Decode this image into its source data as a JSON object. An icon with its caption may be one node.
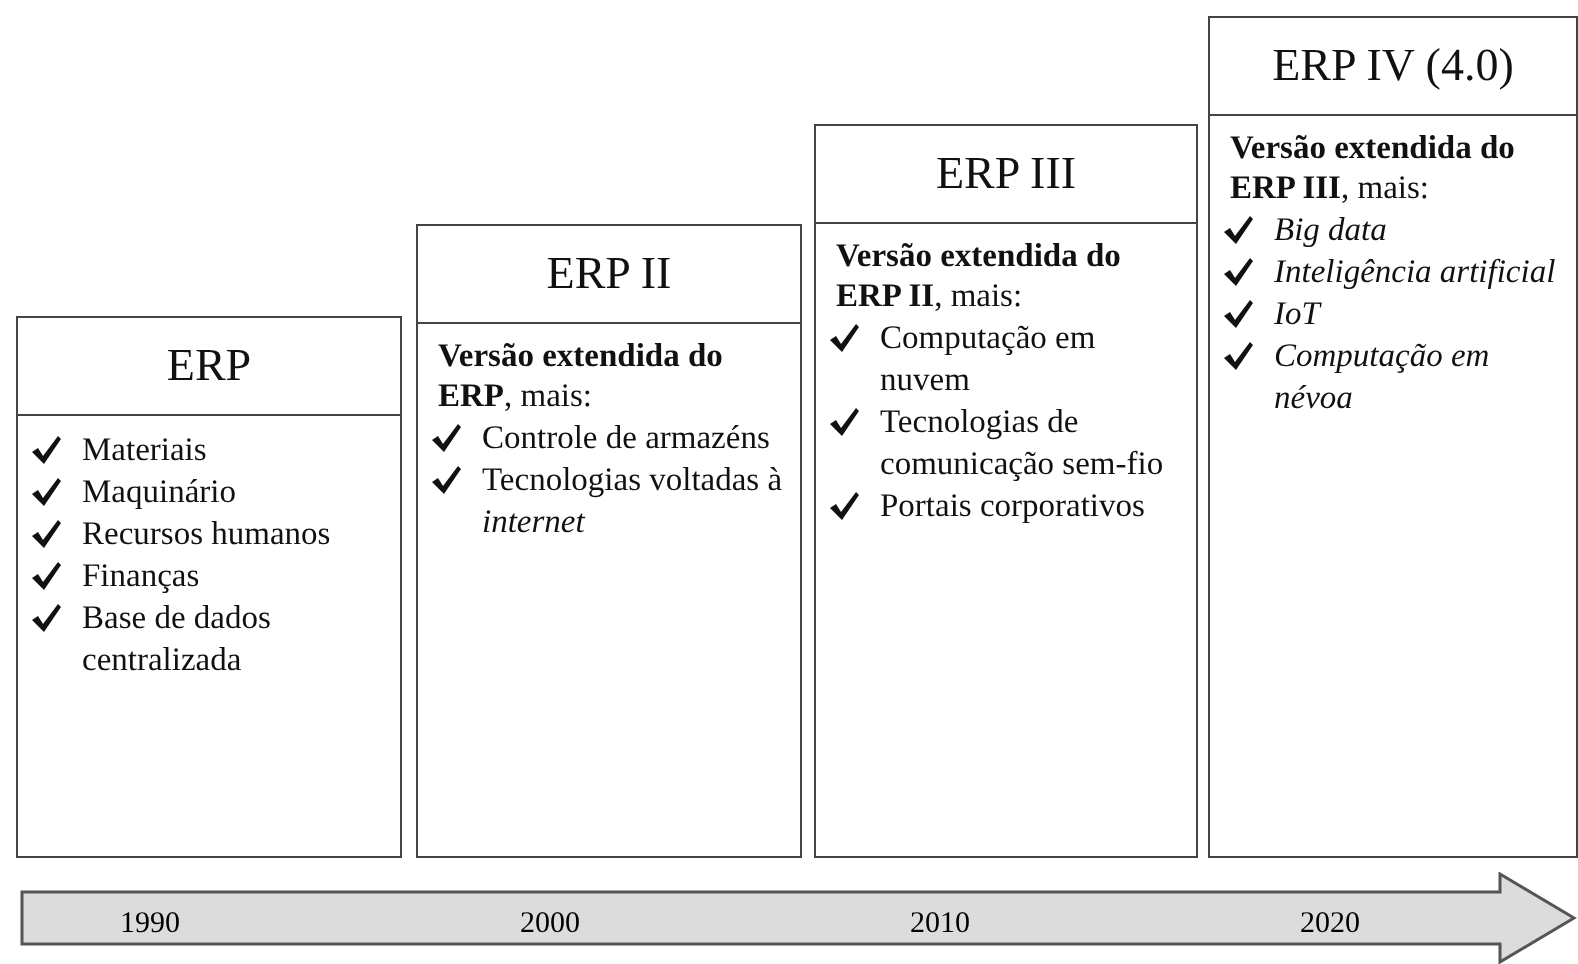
{
  "diagram": {
    "nodes": [
      {
        "text": [
          "ERP",
          "Materiais",
          "Maquinário",
          "Recursos humanos",
          "Finanças",
          "Base de dados centralizada"
        ]
      },
      {
        "text": [
          "ERP II",
          "**Versão extendida do ERP**, mais:",
          "Controle de armazéns",
          "Tecnologias voltadas à *internet*"
        ]
      },
      {
        "text": [
          "ERP III",
          "**Versão extendida do ERP II**, mais:",
          "Computação em nuvem",
          "Tecnologias de comunicação sem-fio",
          "Portais corporativos"
        ]
      },
      {
        "text": [
          "ERP IV (4.0)",
          "**Versão extendida do ERP III**, mais:",
          "*Big data*",
          "*Inteligência artificial*",
          "*IoT*",
          "*Computação em névoa*"
        ]
      }
    ],
    "edges": [],
    "labels": [
      "1990",
      "2000",
      "2010",
      "2020"
    ]
  }
}
